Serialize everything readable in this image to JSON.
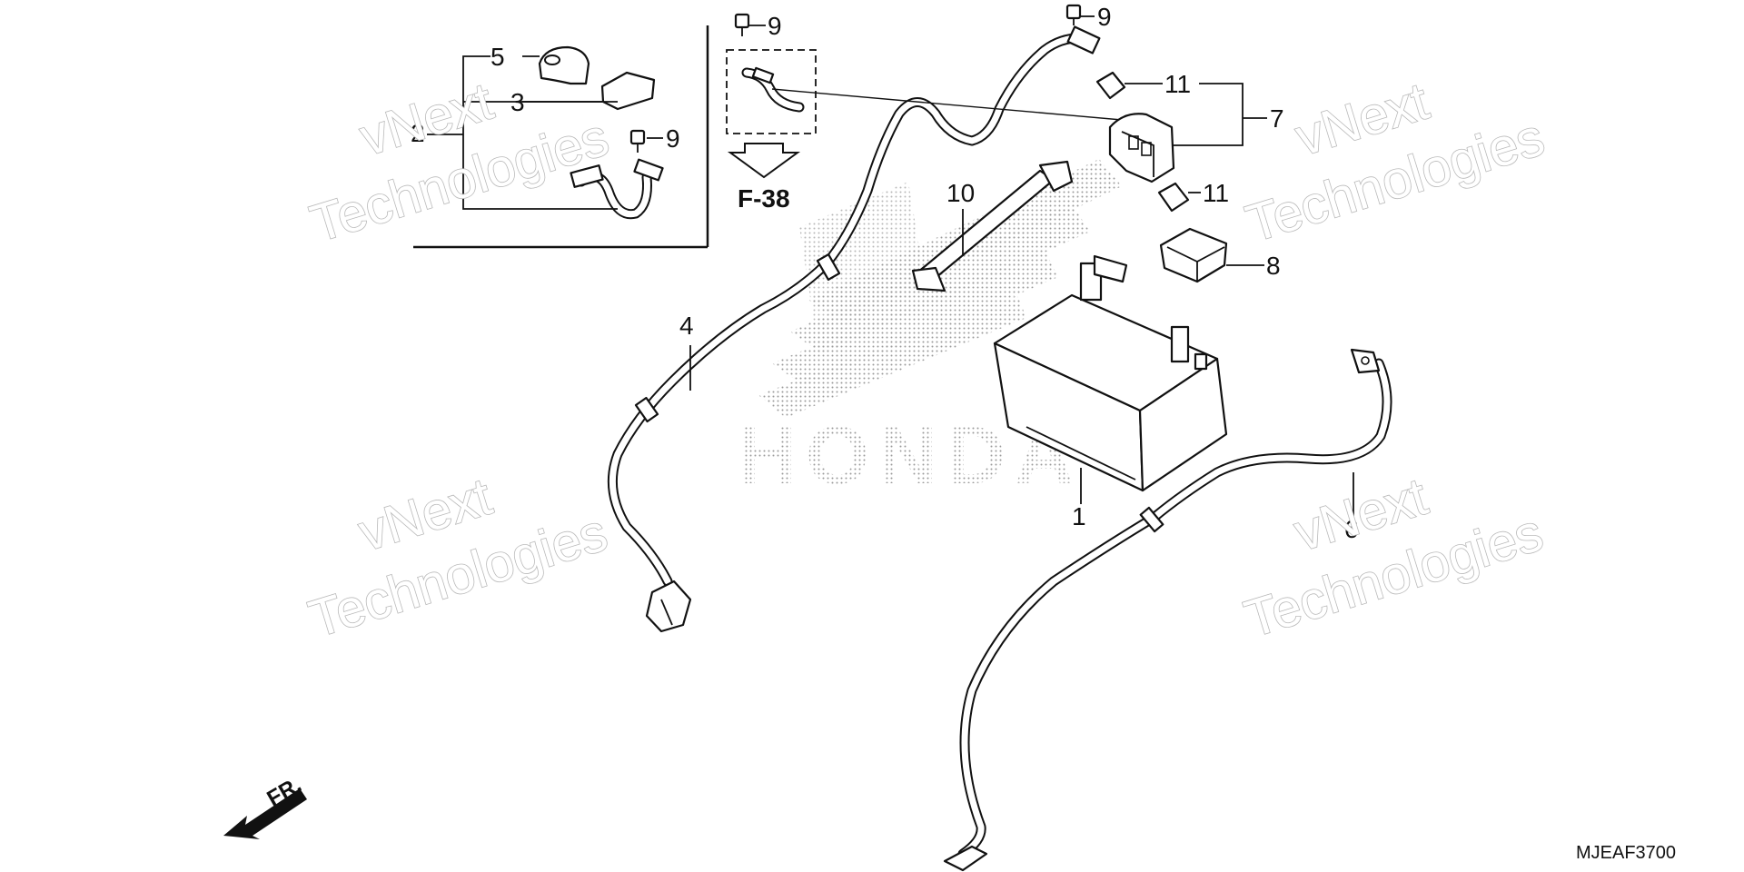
{
  "callouts": {
    "c1": "1",
    "c2": "2",
    "c3": "3",
    "c4": "4",
    "c5": "5",
    "c6": "6",
    "c7": "7",
    "c8": "8",
    "c9a": "9",
    "c9b": "9",
    "c9c": "9",
    "c10": "10",
    "c11a": "11",
    "c11b": "11"
  },
  "reference": {
    "label": "F-38"
  },
  "front_marker": {
    "label": "FR."
  },
  "diagram_code": "MJEAF3700",
  "watermark": {
    "line1": "vNext",
    "line2": "Technologies"
  },
  "background_logo": {
    "text": "HONDA"
  },
  "colors": {
    "ink": "#111111",
    "dots": "#a8a8a8",
    "watermark_stroke": "#b9b9b9"
  }
}
